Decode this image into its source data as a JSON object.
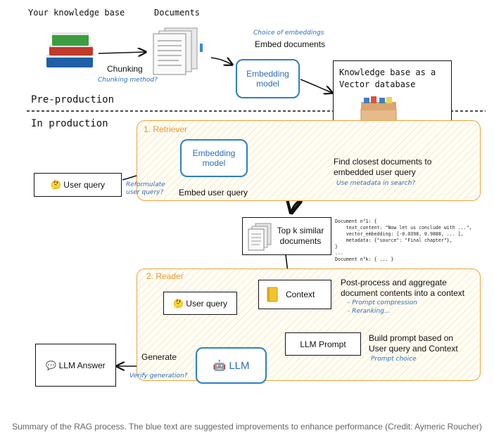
{
  "top": {
    "kb_label": "Your knowledge base",
    "docs_label": "Documents",
    "chunking": "Chunking",
    "chunking_method": "Chunking method?",
    "choice_embeddings": "Choice of embeddings",
    "embed_documents": "Embed documents",
    "embedding_model": "Embedding model",
    "vector_db": "Knowledge base as a Vector database"
  },
  "phases": {
    "pre": "Pre-production",
    "in": "In production"
  },
  "retriever": {
    "title": "1. Retriever",
    "embedding_model": "Embedding model",
    "user_query": "🤔 User query",
    "reformulate": "Reformulate user query?",
    "embed_user_query": "Embed user query",
    "find_closest": "Find closest documents to embedded user query",
    "use_metadata": "Use metadata in search?"
  },
  "topk": {
    "label": "Top k similar documents",
    "code": "Document n°1: {\n    text_content: \"Now let us conclude with ...\",\n    vector_embedding: [-0.0398, 0.9888, ... ],\n    metadata: {\"source\": \"Final chapter\"},\n}\n...\nDocument n°k: { ... }"
  },
  "reader": {
    "title": "2. Reader",
    "context": "Context",
    "post_process": "Post-process and aggregate document contents into a context",
    "prompt_compression": "- Prompt compression",
    "reranking": "- Reranking...",
    "user_query": "🤔 User query",
    "llm_prompt": "LLM Prompt",
    "build_prompt": "Build prompt based on User query and Context",
    "prompt_choice": "Prompt choice",
    "llm": "🤖 LLM",
    "generate": "Generate",
    "verify": "Verify generation?",
    "llm_answer": "💬 LLM Answer"
  },
  "caption": "Summary of the RAG process. The blue text are suggested improvements to enhance performance (Credit: Aymeric Roucher)",
  "colors": {
    "accent_blue": "#2c7fc4",
    "panel_orange": "#e9a43a"
  }
}
